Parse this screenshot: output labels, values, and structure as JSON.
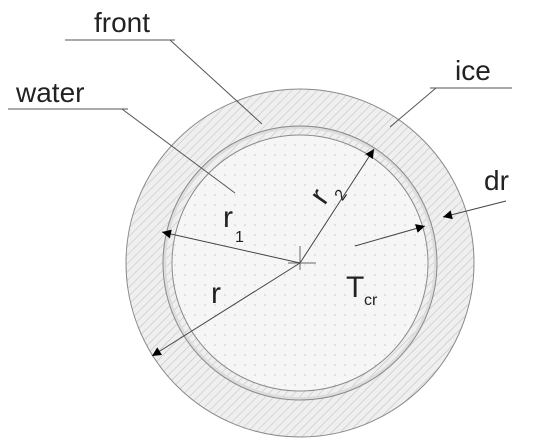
{
  "labels": {
    "front": "front",
    "water": "water",
    "ice": "ice",
    "dr": "dr",
    "r1_main": "r",
    "r1_sub": "1",
    "r2_main": "r",
    "r2_sub": "2",
    "r_main": "r",
    "tcr_main": "T",
    "tcr_sub": "cr"
  },
  "colors": {
    "ice_fill": "#eeeeee",
    "hatch": "#bdbdbd",
    "water_fill": "#f4f4f4",
    "dots": "#cfcfcf",
    "outline": "#8a8a8a",
    "arrow": "#000000"
  }
}
